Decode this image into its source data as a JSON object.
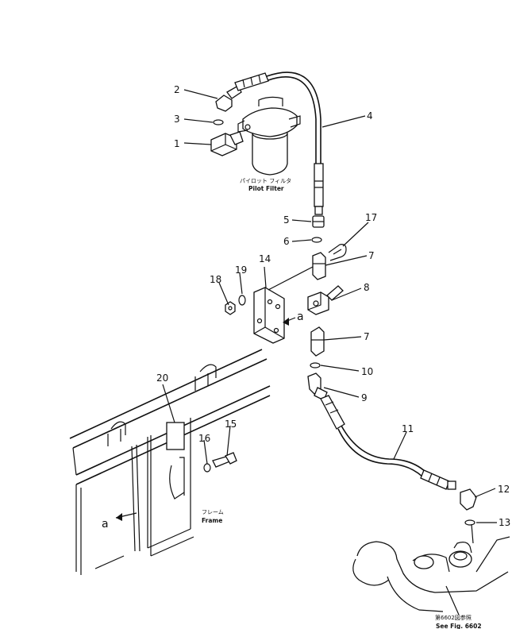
{
  "labels": {
    "n1": "1",
    "n2": "2",
    "n3": "3",
    "n4": "4",
    "n5": "5",
    "n6": "6",
    "n7a": "7",
    "n7b": "7",
    "n8": "8",
    "n9": "9",
    "n10": "10",
    "n11": "11",
    "n12": "12",
    "n13": "13",
    "n14": "14",
    "n15": "15",
    "n16": "16",
    "n17": "17",
    "n18": "18",
    "n19": "19",
    "n20": "20",
    "a_bracket": "a",
    "a_frame": "a"
  },
  "captions": {
    "pilot_filter_jp": "パイロット フィルタ",
    "pilot_filter_en": "Pilot Filter",
    "frame_jp": "フレーム",
    "frame_en": "Frame",
    "fig_ref_jp": "第6602図参照",
    "fig_ref_en": "See Fig. 6602"
  }
}
